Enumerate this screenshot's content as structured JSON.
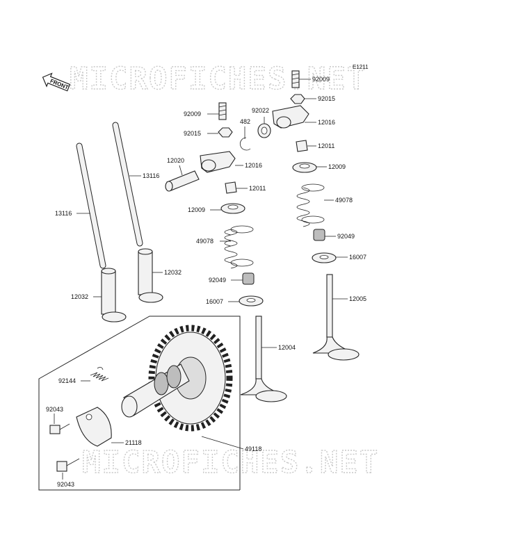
{
  "diagram_code": "E1211",
  "watermark": "MICROFICHES.NET",
  "front_label": "FRONT",
  "parts": {
    "p92009_right": "92009",
    "p92015_right": "92015",
    "p92016_right": "12016",
    "p12011_right": "12011",
    "p12009_right": "12009",
    "p49078_right": "49078",
    "p92049_right": "92049",
    "p16007_right": "16007",
    "p12005": "12005",
    "p92022": "92022",
    "p482": "482",
    "p92009_left": "92009",
    "p92015_left": "92015",
    "p12020": "12020",
    "p12016_left": "12016",
    "p12011_left": "12011",
    "p12009_left": "12009",
    "p49078_left": "49078",
    "p92049_left": "92049",
    "p16007_left": "16007",
    "p12004": "12004",
    "p13116_right": "13116",
    "p13116_left": "13116",
    "p12032_right": "12032",
    "p12032_left": "12032",
    "p92144": "92144",
    "p92043_top": "92043",
    "p21118": "21118",
    "p49118": "49118",
    "p92043_bottom": "92043"
  }
}
